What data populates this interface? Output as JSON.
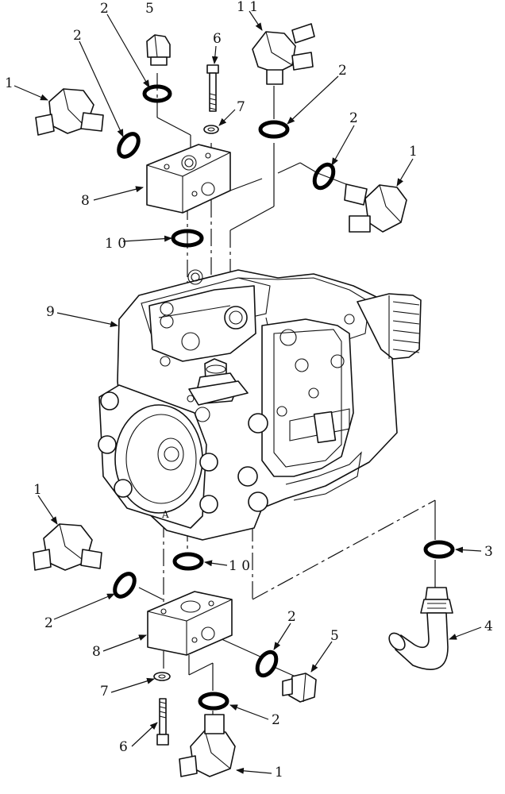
{
  "callouts": [
    {
      "id": "c-2-topleft",
      "text": "2"
    },
    {
      "id": "c-5-top",
      "text": "5"
    },
    {
      "id": "c-11",
      "text": "1 1"
    },
    {
      "id": "c-2-left",
      "text": "2"
    },
    {
      "id": "c-6-top",
      "text": "6"
    },
    {
      "id": "c-1-topleft",
      "text": "1"
    },
    {
      "id": "c-7-top",
      "text": "7"
    },
    {
      "id": "c-2-topright",
      "text": "2"
    },
    {
      "id": "c-2-right",
      "text": "2"
    },
    {
      "id": "c-1-right",
      "text": "1"
    },
    {
      "id": "c-8-top",
      "text": "8"
    },
    {
      "id": "c-10-top",
      "text": "1 0"
    },
    {
      "id": "c-9",
      "text": "9"
    },
    {
      "id": "c-1-bottomleft",
      "text": "1"
    },
    {
      "id": "c-10-bottom",
      "text": "1 0"
    },
    {
      "id": "c-3",
      "text": "3"
    },
    {
      "id": "c-2-bottomleft",
      "text": "2"
    },
    {
      "id": "c-4",
      "text": "4"
    },
    {
      "id": "c-2-bottomright",
      "text": "2"
    },
    {
      "id": "c-8-bottom",
      "text": "8"
    },
    {
      "id": "c-5-bottom",
      "text": "5"
    },
    {
      "id": "c-7-bottom",
      "text": "7"
    },
    {
      "id": "c-2-bottom",
      "text": "2"
    },
    {
      "id": "c-6-bottom",
      "text": "6"
    },
    {
      "id": "c-1-bottom",
      "text": "1"
    }
  ]
}
